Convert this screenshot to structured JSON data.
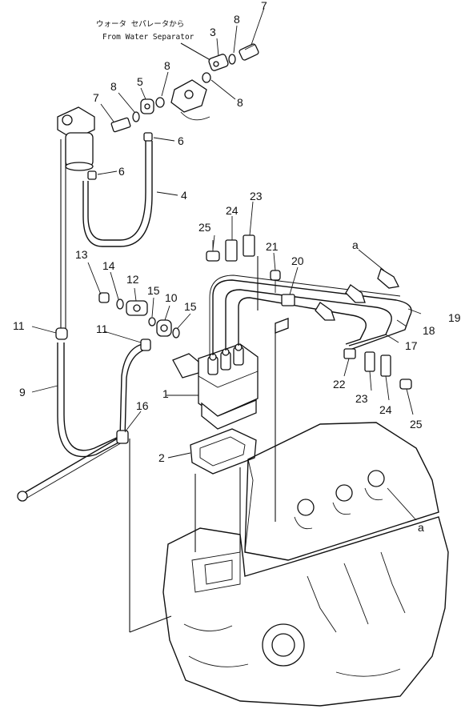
{
  "header_note": {
    "japanese": "ウォータ セパレータから",
    "english": "From Water Separator"
  },
  "callouts": [
    {
      "id": "c1",
      "text": "1"
    },
    {
      "id": "c2",
      "text": "2"
    },
    {
      "id": "c3",
      "text": "3"
    },
    {
      "id": "c4",
      "text": "4"
    },
    {
      "id": "c5",
      "text": "5"
    },
    {
      "id": "c6a",
      "text": "6"
    },
    {
      "id": "c6b",
      "text": "6"
    },
    {
      "id": "c7a",
      "text": "7"
    },
    {
      "id": "c7b",
      "text": "7"
    },
    {
      "id": "c8a",
      "text": "8"
    },
    {
      "id": "c8b",
      "text": "8"
    },
    {
      "id": "c8c",
      "text": "8"
    },
    {
      "id": "c8d",
      "text": "8"
    },
    {
      "id": "c9",
      "text": "9"
    },
    {
      "id": "c10",
      "text": "10"
    },
    {
      "id": "c11a",
      "text": "11"
    },
    {
      "id": "c11b",
      "text": "11"
    },
    {
      "id": "c12",
      "text": "12"
    },
    {
      "id": "c13",
      "text": "13"
    },
    {
      "id": "c14",
      "text": "14"
    },
    {
      "id": "c15a",
      "text": "15"
    },
    {
      "id": "c15b",
      "text": "15"
    },
    {
      "id": "c16",
      "text": "16"
    },
    {
      "id": "c17",
      "text": "17"
    },
    {
      "id": "c18",
      "text": "18"
    },
    {
      "id": "c19",
      "text": "19"
    },
    {
      "id": "c20",
      "text": "20"
    },
    {
      "id": "c21",
      "text": "21"
    },
    {
      "id": "c22",
      "text": "22"
    },
    {
      "id": "c23a",
      "text": "23"
    },
    {
      "id": "c23b",
      "text": "23"
    },
    {
      "id": "c24a",
      "text": "24"
    },
    {
      "id": "c24b",
      "text": "24"
    },
    {
      "id": "c25a",
      "text": "25"
    },
    {
      "id": "c25b",
      "text": "25"
    },
    {
      "id": "ca1",
      "text": "a"
    },
    {
      "id": "ca2",
      "text": "a"
    }
  ]
}
